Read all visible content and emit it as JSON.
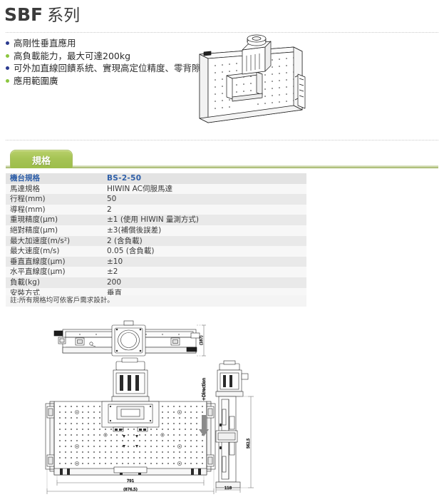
{
  "header": {
    "model": "SBF",
    "series_suffix": "系列"
  },
  "features": [
    {
      "text": "高剛性垂直應用",
      "bullet_color": "#2b3a8f"
    },
    {
      "text": "高負載能力，最大可達200kg",
      "bullet_color": "#8cc63f"
    },
    {
      "text": "可外加直線回饋系統、實現高定位精度、零背隙",
      "bullet_color": "#2b3a8f"
    },
    {
      "text": "應用範圍廣",
      "bullet_color": "#8cc63f"
    }
  ],
  "product_figure": {
    "alt": "SBF 垂直模組立體外觀圖"
  },
  "spec_section": {
    "tab_label": "規格",
    "tab_color": "#a6c455",
    "header_text_color": "#2f5fa8",
    "columns": [
      "機台規格",
      "BS-2-50"
    ],
    "rows": [
      {
        "label": "馬達規格",
        "value": "HIWIN AC伺服馬達"
      },
      {
        "label": "行程(mm)",
        "value": "50"
      },
      {
        "label": "導程(mm)",
        "value": "2"
      },
      {
        "label": "重現精度(μm)",
        "value": "±1 (使用 HIWIN 量測方式)"
      },
      {
        "label": "絕對精度(μm)",
        "value": "±3(補償後誤差)"
      },
      {
        "label": "最大加速度(m/s²)",
        "value": "2 (含負載)"
      },
      {
        "label": "最大速度(m/s)",
        "value": "0.05 (含負載)"
      },
      {
        "label": "垂直直線度(μm)",
        "value": "±10"
      },
      {
        "label": "水平直線度(μm)",
        "value": "±2"
      },
      {
        "label": "負載(kg)",
        "value": "200"
      },
      {
        "label": "安裝方式",
        "value": "垂直"
      }
    ],
    "note": "註:所有規格均可依客戶需求設計。"
  },
  "drawings": {
    "top_view": {
      "height_dim": "(187)"
    },
    "front_view": {
      "width_dim": "791",
      "overall_width_dim": "(876.5)"
    },
    "side_view": {
      "height_dim": "562.5",
      "depth_dim": "118",
      "direction_label": "+Direction"
    }
  }
}
